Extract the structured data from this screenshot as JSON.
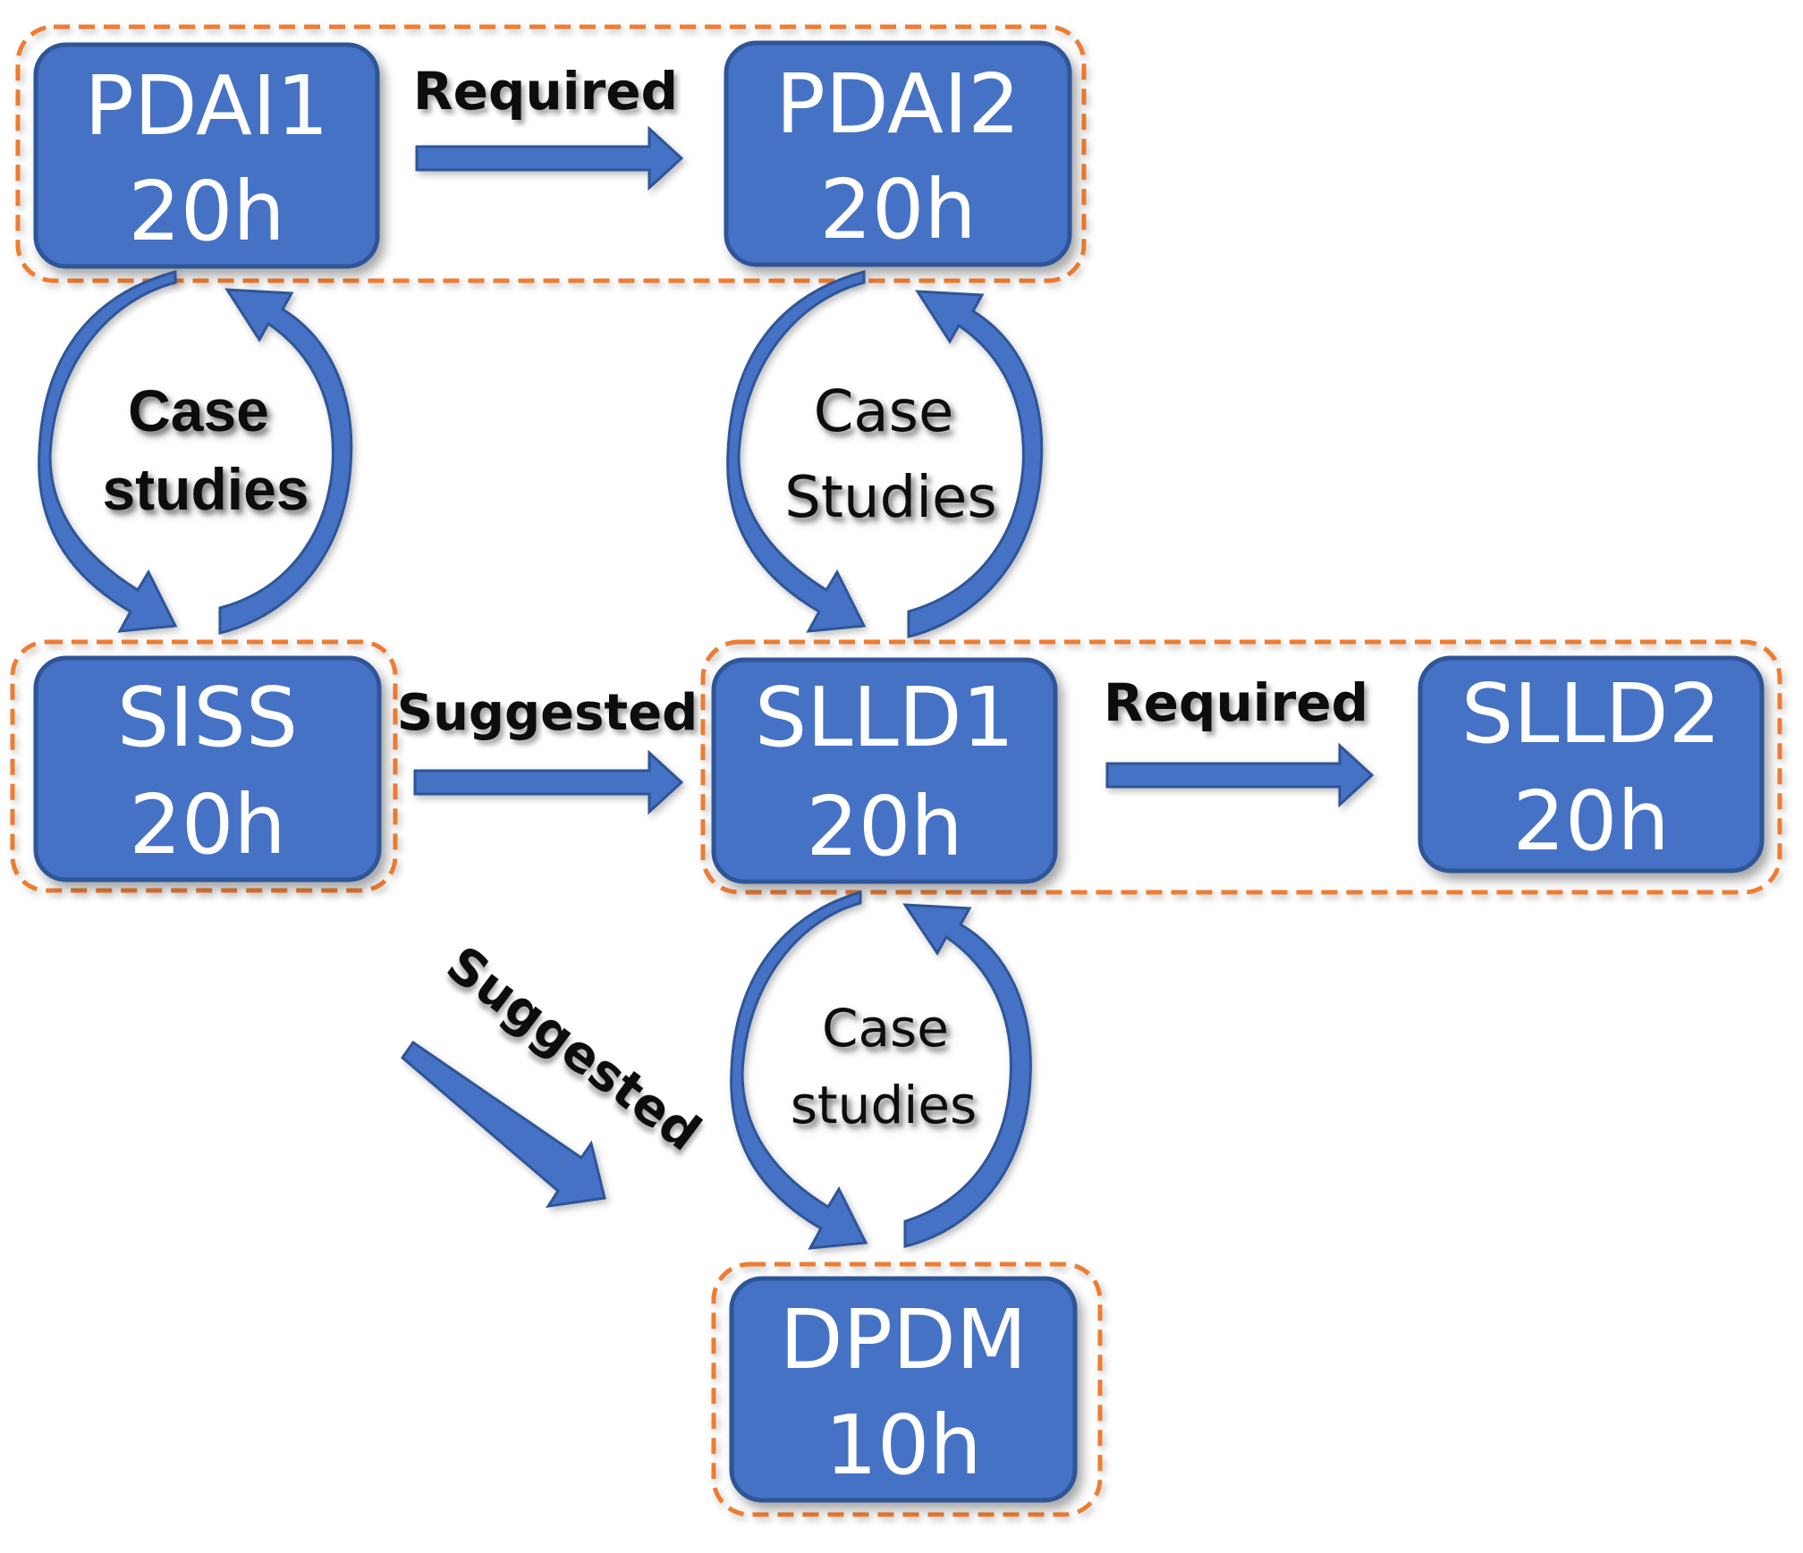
{
  "nodes": {
    "pdai1": {
      "name": "PDAI1",
      "hours": "20h"
    },
    "pdai2": {
      "name": "PDAI2",
      "hours": "20h"
    },
    "siss": {
      "name": "SISS",
      "hours": "20h"
    },
    "slld1": {
      "name": "SLLD1",
      "hours": "20h"
    },
    "slld2": {
      "name": "SLLD2",
      "hours": "20h"
    },
    "dpdm": {
      "name": "DPDM",
      "hours": "10h"
    }
  },
  "edges": {
    "pdai1_pdai2": "Required",
    "siss_slld1": "Suggested",
    "slld1_slld2": "Required",
    "siss_dpdm": "Suggested"
  },
  "cycles": {
    "pdai1_siss": {
      "line1": "Case",
      "line2": "studies"
    },
    "pdai2_slld1": {
      "line1": "Case",
      "line2": "Studies"
    },
    "slld1_dpdm": {
      "line1": "Case",
      "line2": "studies"
    }
  },
  "colors": {
    "node_fill": "#4472c4",
    "node_stroke": "#2f5597",
    "group_border": "#ed7d31",
    "arrow_fill": "#4472c4",
    "arrow_dark": "#2f5597"
  }
}
